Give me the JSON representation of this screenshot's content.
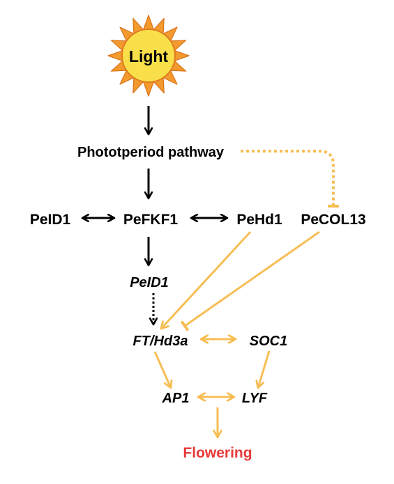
{
  "colors": {
    "sun_fill": "#F9E04A",
    "sun_rays": "#F29A2E",
    "sun_outline": "#D9741A",
    "black_arrow": "#000000",
    "orange_arrow": "#F7BE54",
    "flowering_text": "#E83A3A"
  },
  "nodes": {
    "light": "Light",
    "photoperiod": "Phototperiod pathway",
    "peid1_protein": "PeID1",
    "pefkf1": "PeFKF1",
    "pehd1": "PeHd1",
    "pecol13": "PeCOL13",
    "peid1_gene": "PeID1",
    "ft_hd3a": "FT/Hd3a",
    "soc1": "SOC1",
    "ap1": "AP1",
    "lyf": "LYF",
    "flowering": "Flowering"
  },
  "edges": [
    {
      "from": "light",
      "to": "photoperiod",
      "type": "activation",
      "style": "solid",
      "color": "black"
    },
    {
      "from": "photoperiod",
      "to": "pefkf1",
      "type": "activation",
      "style": "solid",
      "color": "black"
    },
    {
      "from": "photoperiod",
      "to": "pecol13",
      "type": "inhibition",
      "style": "dotted",
      "color": "orange"
    },
    {
      "from": "peid1_protein",
      "to": "pefkf1",
      "type": "interaction",
      "style": "solid",
      "color": "black"
    },
    {
      "from": "pefkf1",
      "to": "pehd1",
      "type": "interaction",
      "style": "solid",
      "color": "black"
    },
    {
      "from": "pefkf1",
      "to": "peid1_gene",
      "type": "activation",
      "style": "solid",
      "color": "black"
    },
    {
      "from": "peid1_gene",
      "to": "ft_hd3a",
      "type": "activation",
      "style": "dotted",
      "color": "black"
    },
    {
      "from": "pehd1",
      "to": "ft_hd3a",
      "type": "activation",
      "style": "solid",
      "color": "orange"
    },
    {
      "from": "pecol13",
      "to": "ft_hd3a",
      "type": "inhibition",
      "style": "solid",
      "color": "orange"
    },
    {
      "from": "ft_hd3a",
      "to": "soc1",
      "type": "interaction",
      "style": "solid",
      "color": "orange"
    },
    {
      "from": "ft_hd3a",
      "to": "ap1",
      "type": "activation",
      "style": "solid",
      "color": "orange"
    },
    {
      "from": "soc1",
      "to": "lyf",
      "type": "activation",
      "style": "solid",
      "color": "orange"
    },
    {
      "from": "ap1",
      "to": "lyf",
      "type": "interaction",
      "style": "solid",
      "color": "orange"
    },
    {
      "from": "ap1",
      "to": "flowering",
      "type": "activation",
      "style": "solid",
      "color": "orange"
    }
  ]
}
